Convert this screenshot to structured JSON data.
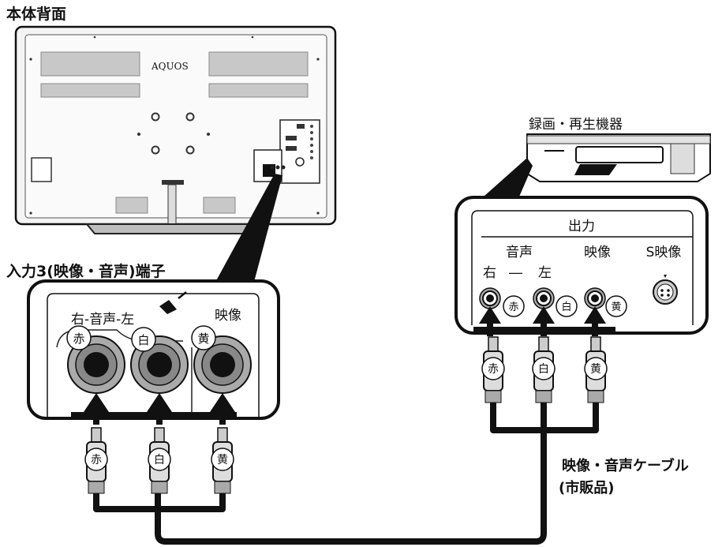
{
  "labels": {
    "rear_view": "本体背面",
    "brand": "AQUOS",
    "tv_input": "入力3(映像・音声)端子",
    "device": "録画・再生機器",
    "cable": "映像・音声ケーブル",
    "cable_note": "(市販品)"
  },
  "tv_panel": {
    "audio_label": "右‑音声‑左",
    "video_label": "映像",
    "jacks": [
      "赤",
      "白",
      "黄"
    ]
  },
  "recorder_panel": {
    "output_title": "出力",
    "audio_label": "音声",
    "right": "右",
    "dash": "―",
    "left": "左",
    "video_label": "映像",
    "svideo_label": "S映像",
    "jacks": [
      "赤",
      "白",
      "黄"
    ]
  },
  "plug_marks": [
    "赤",
    "白",
    "黄"
  ],
  "colors": {
    "red_mark": "#ffffff",
    "line": "#111111",
    "tv_body": "#f2f2f2"
  }
}
